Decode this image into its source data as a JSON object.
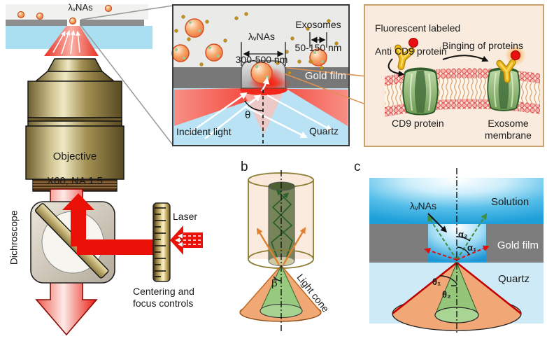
{
  "figure": {
    "mini_scene": {
      "nas_label": "λᵥNAs"
    },
    "objective": {
      "line1": "Objective",
      "line2": "X60, NA 1.5"
    },
    "dichroscope_label": "Dichroscope",
    "laser_label": "Laser",
    "controls_label": "Centering and\nfocus controls",
    "panel_zoom": {
      "nas_title": "λᵥNAs",
      "nas_range": "300-500 nm",
      "exosomes_title": "Exosomes",
      "exosomes_range": "50-150 nm",
      "gold_film": "Gold film",
      "incident_light": "Incident light",
      "theta": "θ",
      "quartz": "Quartz"
    },
    "panel_protein": {
      "title_line1": "Fluorescent labeled",
      "title_line2": "Anti CD9 protein",
      "binding": "Binging of proteins",
      "cd9": "CD9 protein",
      "membrane": "Exosome\nmembrane"
    },
    "panel_b": {
      "label": "b",
      "beta": "β",
      "light_cone": "Light cone"
    },
    "panel_c": {
      "label": "c",
      "solution": "Solution",
      "nas": "λᵥNAs",
      "alpha2": "α₂",
      "alpha1": "α₁",
      "gold_film": "Gold film",
      "quartz": "Quartz",
      "theta1": "θ₁",
      "theta2": "θ₂"
    },
    "colors": {
      "beam_red": "#ea1208",
      "gold_metal": "#b3a268",
      "exosome_orange": "#f49a62",
      "membrane_pink": "#f2aaa5",
      "protein_green": "#7ba55c",
      "solution_blue": "#29a7e0",
      "quartz_blue": "#cfeaf7",
      "gold_film_gray": "#7d7d7d",
      "panel_cream": "#f9ecdf"
    }
  }
}
